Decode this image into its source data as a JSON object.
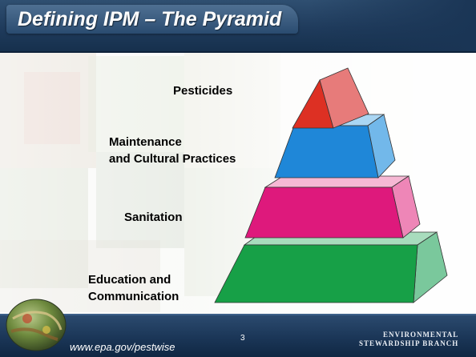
{
  "header": {
    "title": "Defining IPM – The Pyramid"
  },
  "pyramid": {
    "tiers": [
      {
        "label_lines": [
          "Pesticides"
        ],
        "front_color": "#dd3023",
        "side_color": "#e77b7a",
        "top_color": "#f4b2b2"
      },
      {
        "label_lines": [
          "Maintenance",
          "and Cultural Practices"
        ],
        "front_color": "#1f87d8",
        "side_color": "#72b8ea",
        "top_color": "#aad6f3"
      },
      {
        "label_lines": [
          "Sanitation"
        ],
        "front_color": "#de197c",
        "side_color": "#ee86b7",
        "top_color": "#f6b8d4"
      },
      {
        "label_lines": [
          "Education and",
          "Communication"
        ],
        "front_color": "#17a047",
        "side_color": "#7ac89c",
        "top_color": "#a8dcbd"
      }
    ]
  },
  "footer": {
    "url": "www.epa.gov/pestwise",
    "page_number": "3",
    "branch_line1": "ENVIRONMENTAL",
    "branch_line2": "STEWARDSHIP BRANCH"
  }
}
